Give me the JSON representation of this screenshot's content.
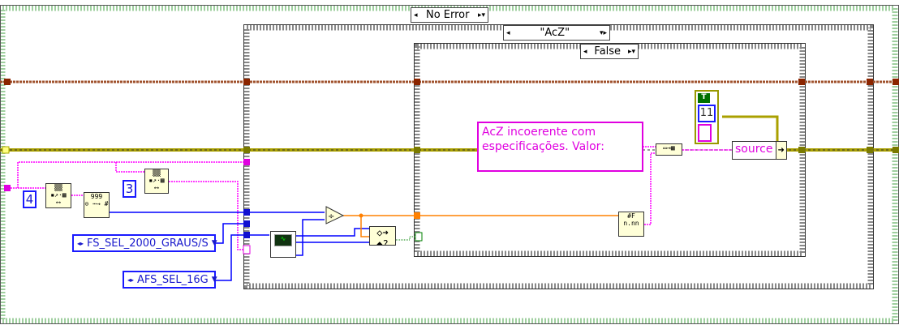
{
  "cases": {
    "outer": "No Error",
    "middle": "\"AcZ\"",
    "inner": "False"
  },
  "constants": {
    "index_a": "4",
    "index_b": "3",
    "numeric": "11",
    "bool_tag": "T"
  },
  "enums": {
    "gyro": "FS_SEL_2000_GRAUS/S",
    "accel": "AFS_SEL_16G"
  },
  "message": "AcZ incoerente com especificações. Valor:",
  "bundle_label": "source",
  "node_labels": {
    "array_const": "999",
    "to_number": "⊙ ⋯→ #",
    "unknown": "?",
    "divide": "÷",
    "format": "n.nn"
  },
  "colors": {
    "error_wire": "#cccc00",
    "string_wire": "#ff00ff",
    "numeric_wire": "#0000ff",
    "float_wire": "#ff8000",
    "refnum_wire": "#a0522d",
    "frame_outer": "#6fbf6f"
  }
}
